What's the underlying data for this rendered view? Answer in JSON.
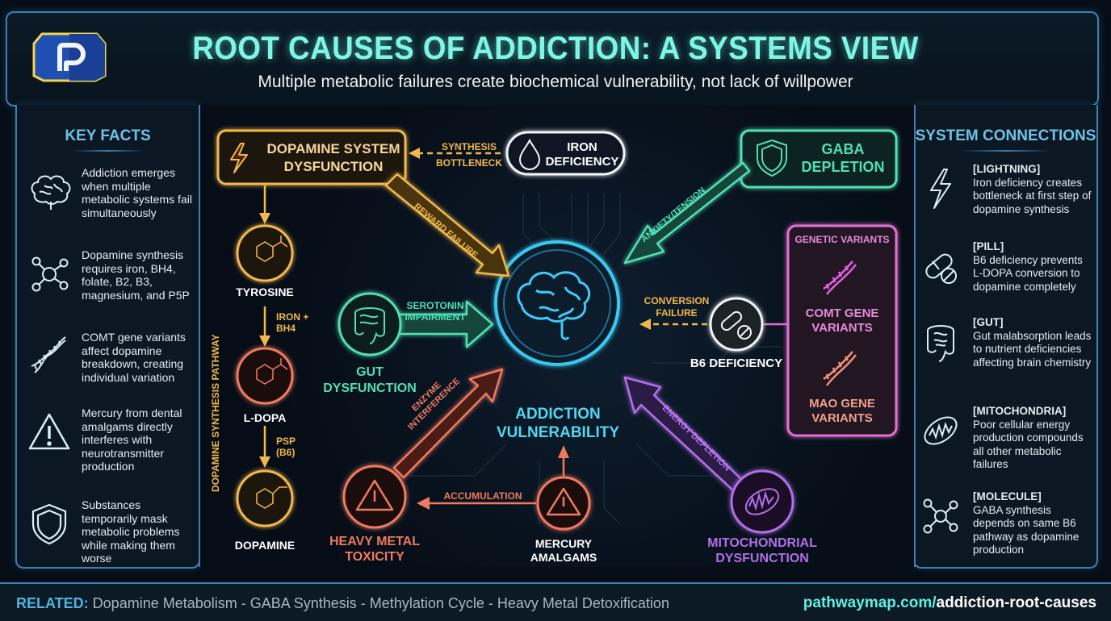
{
  "header": {
    "logo_letter": "P",
    "title": "ROOT CAUSES OF ADDICTION: A SYSTEMS VIEW",
    "subtitle": "Multiple metabolic failures create biochemical vulnerability, not lack of willpower"
  },
  "key_facts": {
    "title": "KEY FACTS",
    "items": [
      {
        "icon": "brain-icon",
        "text": "Addiction emerges when multiple metabolic systems fail simultaneously"
      },
      {
        "icon": "molecule-icon",
        "text": "Dopamine synthesis requires iron, BH4, folate, B2, B3, magnesium, and P5P"
      },
      {
        "icon": "dna-icon",
        "text": "COMT gene variants affect dopamine breakdown, creating individual variation"
      },
      {
        "icon": "warning-icon",
        "text": "Mercury from dental amalgams directly interferes with neurotransmitter production"
      },
      {
        "icon": "shield-icon",
        "text": "Substances temporarily mask metabolic problems while making them worse"
      }
    ]
  },
  "system_connections": {
    "title": "SYSTEM CONNECTIONS",
    "items": [
      {
        "icon": "lightning-icon",
        "tag": "[LIGHTNING]",
        "text": "Iron deficiency creates bottleneck at first step of dopamine synthesis"
      },
      {
        "icon": "pill-icon",
        "tag": "[PILL]",
        "text": "B6 deficiency prevents L-DOPA conversion to dopamine completely"
      },
      {
        "icon": "gut-icon",
        "tag": "[GUT]",
        "text": "Gut malabsorption leads to nutrient deficiencies affecting brain chemistry"
      },
      {
        "icon": "mitochondria-icon",
        "tag": "[MITOCHONDRIA]",
        "text": "Poor cellular energy production compounds all other metabolic failures"
      },
      {
        "icon": "molecule-icon",
        "tag": "[MOLECULE]",
        "text": "GABA synthesis depends on same B6 pathway as dopamine production"
      }
    ]
  },
  "diagram": {
    "center": {
      "line1": "ADDICTION",
      "line2": "VULNERABILITY",
      "color": "#4fd8f0"
    },
    "dopamine_system": {
      "line1": "DOPAMINE SYSTEM",
      "line2": "DYSFUNCTION",
      "color": "#f2b84b"
    },
    "iron": {
      "line1": "IRON",
      "line2": "DEFICIENCY"
    },
    "gaba": {
      "line1": "GABA",
      "line2": "DEPLETION",
      "color": "#4fe0b4"
    },
    "genetic": {
      "title": "GENETIC VARIANTS",
      "comt_line1": "COMT GENE",
      "comt_line2": "VARIANTS",
      "mao_line1": "MAO GENE",
      "mao_line2": "VARIANTS",
      "color": "#e070d0"
    },
    "b6": {
      "label": "B6 DEFICIENCY"
    },
    "gut": {
      "line1": "GUT",
      "line2": "DYSFUNCTION"
    },
    "heavy_metal": {
      "line1": "HEAVY METAL",
      "line2": "TOXICITY",
      "color": "#f07a60"
    },
    "mercury": {
      "line1": "MERCURY",
      "line2": "AMALGAMS"
    },
    "mito": {
      "line1": "MITOCHONDRIAL",
      "line2": "DYSFUNCTION",
      "color": "#b070e8"
    },
    "pathway": {
      "vertical_label": "DOPAMINE SYNTHESIS PATHWAY",
      "tyrosine": "TYROSINE",
      "step1_line1": "IRON +",
      "step1_line2": "BH4",
      "ldopa": "L-DOPA",
      "step2_line1": "PSP",
      "step2_line2": "(B6)",
      "dopamine": "DOPAMINE"
    },
    "edges": {
      "synthesis_line1": "SYNTHESIS",
      "synthesis_line2": "BOTTLENECK",
      "reward": "REWARD FAILURE",
      "anxiety": "ANXIETY/TENSION",
      "serotonin_line1": "SEROTONIN",
      "serotonin_line2": "IMPAIRMENT",
      "conversion_line1": "CONVERSION",
      "conversion_line2": "FAILURE",
      "enzyme_line1": "ENZYME",
      "enzyme_line2": "INTERFERENCE",
      "energy": "ENERGY DEPLETION",
      "accumulation": "ACCUMULATION"
    }
  },
  "footer": {
    "related_label": "RELATED:",
    "related_text": " Dopamine Metabolism - GABA Synthesis - Methylation Cycle - Heavy Metal Detoxification",
    "url_domain": "pathwaymap.com/",
    "url_path": "addiction-root-causes"
  }
}
